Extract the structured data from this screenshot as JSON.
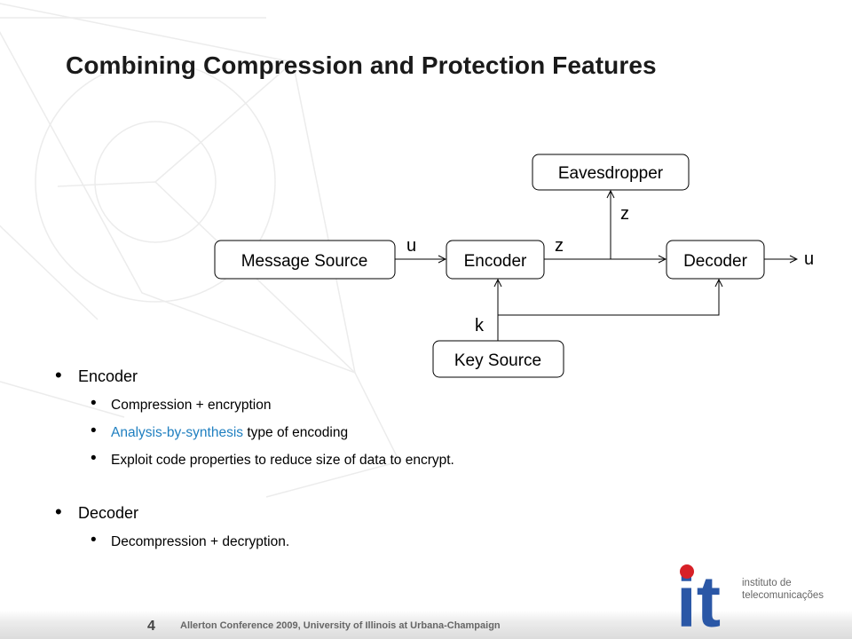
{
  "slide": {
    "title": "Combining Compression and Protection Features",
    "page_number": "4",
    "footer": "Allerton Conference 2009, University of Illinois at Urbana-Champaign"
  },
  "diagram": {
    "nodes": {
      "message_source": "Message Source",
      "encoder": "Encoder",
      "decoder": "Decoder",
      "eavesdropper": "Eavesdropper",
      "key_source": "Key Source"
    },
    "labels": {
      "u_in": "u",
      "z_channel": "z",
      "z_eaves": "z",
      "u_out": "u",
      "k": "k"
    }
  },
  "bullets": [
    {
      "text": "Encoder",
      "sub": [
        {
          "text": "Compression + encryption"
        },
        {
          "highlight": "Analysis-by-synthesis",
          "text": " type of encoding"
        },
        {
          "text": "Exploit code properties to reduce size of data to encrypt."
        }
      ]
    },
    {
      "text": "Decoder",
      "sub": [
        {
          "text": "Decompression + decryption."
        }
      ]
    }
  ],
  "logo": {
    "mark": "it",
    "line1": "instituto de",
    "line2": "telecomunicações"
  },
  "colors": {
    "highlight": "#1f7fc0",
    "logo_blue": "#2a57a6",
    "logo_red": "#d72027"
  }
}
